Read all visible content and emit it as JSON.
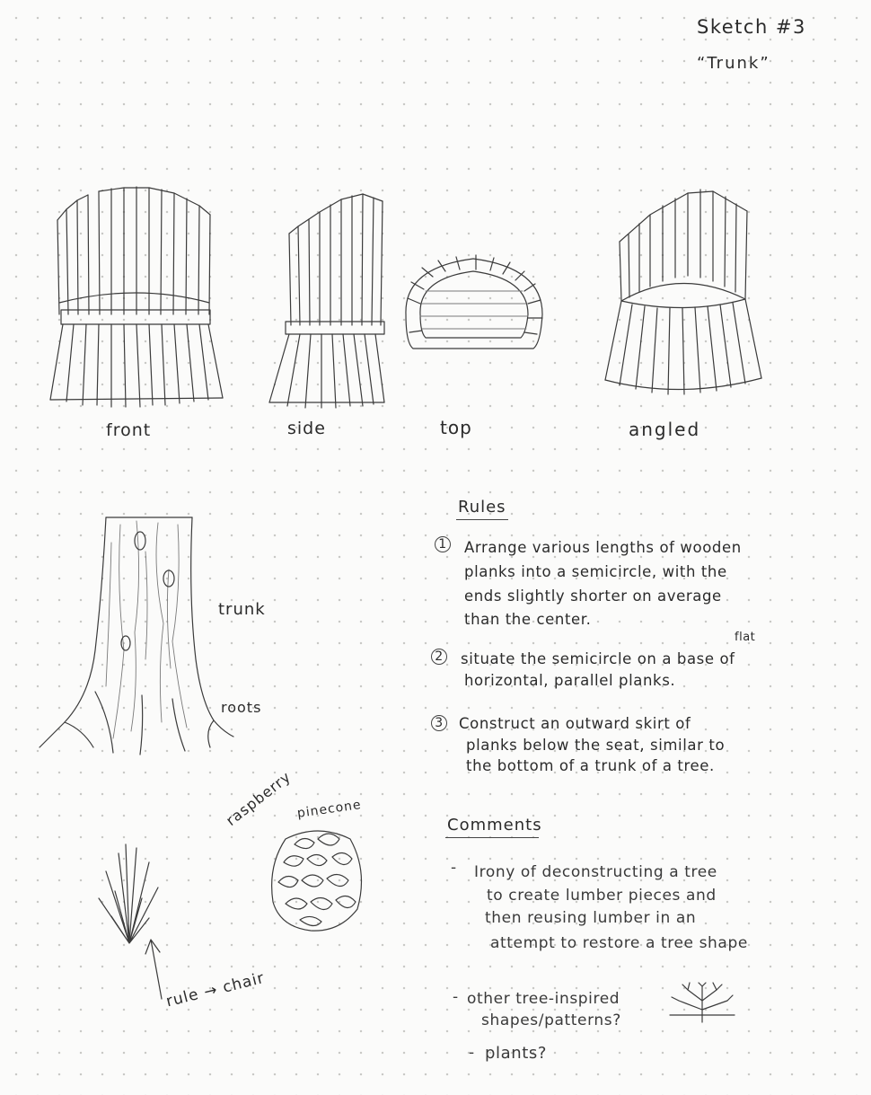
{
  "header": {
    "title": "Sketch #3",
    "subtitle": "“Trunk”"
  },
  "views": {
    "front": "front",
    "side": "side",
    "top": "top",
    "angled": "angled"
  },
  "tree": {
    "trunk_label": "trunk",
    "roots_label": "roots"
  },
  "small": {
    "raspberry": "raspberry",
    "pinecone": "pinecone",
    "caption": "rule → chair"
  },
  "rules": {
    "heading": "Rules",
    "items": [
      {
        "num": "1",
        "lines": [
          "Arrange various lengths of wooden",
          "planks into a semicircle, with the",
          "ends slightly shorter on average",
          "than the center."
        ]
      },
      {
        "num": "2",
        "note": "flat",
        "lines": [
          "situate the semicircle on a base of",
          "horizontal, parallel planks."
        ]
      },
      {
        "num": "3",
        "lines": [
          "Construct an outward skirt of",
          "planks below the seat, similar to",
          "the bottom of a trunk of a tree."
        ]
      }
    ]
  },
  "comments": {
    "heading": "Comments",
    "items": [
      {
        "lines": [
          "Irony of deconstructing a tree",
          "to create lumber pieces and",
          "then reusing lumber in an",
          "attempt to restore a tree shape"
        ]
      },
      {
        "lines": [
          "other tree-inspired",
          "shapes/patterns?"
        ]
      },
      {
        "lines": [
          "plants?"
        ]
      }
    ]
  }
}
